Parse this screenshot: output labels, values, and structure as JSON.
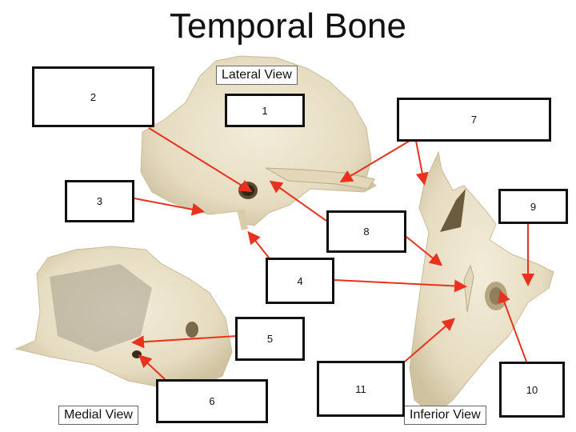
{
  "title": "Temporal Bone",
  "views": {
    "lateral": "Lateral View",
    "medial": "Medial View",
    "inferior": "Inferior View"
  },
  "labels": [
    "1",
    "2",
    "3",
    "4",
    "5",
    "6",
    "7",
    "8",
    "9",
    "10",
    "11"
  ],
  "colors": {
    "arrow": "#e8321e",
    "bone": "#ede5cf",
    "bone_shade": "#d2c6a6",
    "bone_dark": "#8c7f63",
    "box_border": "#111111"
  }
}
